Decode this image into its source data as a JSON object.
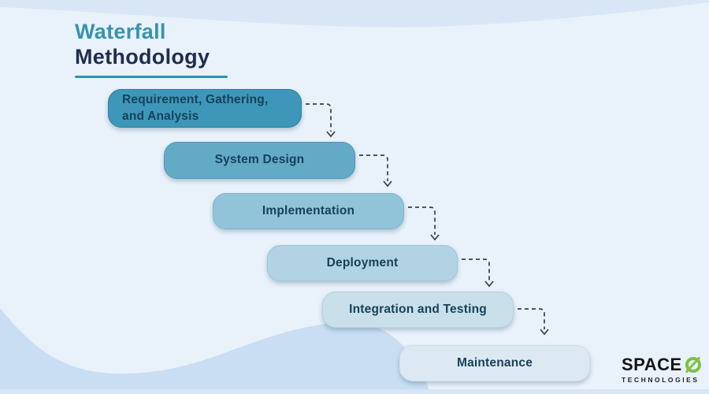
{
  "title": {
    "accent": "Waterfall",
    "main": "Methodology"
  },
  "steps": [
    {
      "label": "Requirement, Gathering,\nand Analysis",
      "color": "#3e97b8",
      "border": "#2b7fa0"
    },
    {
      "label": "System Design",
      "color": "#62aac6",
      "border": "#4f96b4"
    },
    {
      "label": "Implementation",
      "color": "#92c4d9",
      "border": "#7eb4cb"
    },
    {
      "label": "Deployment",
      "color": "#b2d3e3",
      "border": "#9fc5d8"
    },
    {
      "label": "Integration and Testing",
      "color": "#c9dfe9",
      "border": "#b6d2e0"
    },
    {
      "label": "Maintenance",
      "color": "#dde9f2",
      "border": "#cde0ec"
    }
  ],
  "logo": {
    "brand": "SPACE",
    "subtext": "TECHNOLOGIES",
    "icon": "slashed-o-icon",
    "green": "#7dc242"
  },
  "colors": {
    "background": "#e9f1fb",
    "top_band": "#d9e6f5",
    "bottom_wave": "#c9ddf3",
    "bottom_strip": "#d7e5f4",
    "title_accent": "#3992ae",
    "title_main": "#212d4f",
    "underline": "#3191ad",
    "arrow": "#34404b",
    "step_text": "#16415c"
  }
}
